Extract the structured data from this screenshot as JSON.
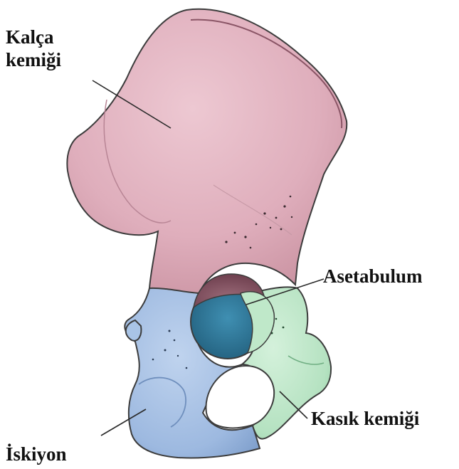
{
  "labels": {
    "ilium": [
      "Kalça",
      "kemiği"
    ],
    "acetabulum": "Asetabulum",
    "pubis": "Kasık kemiği",
    "ischium": "İskiyon"
  },
  "colors": {
    "ilium": "#e3b6c2",
    "ischium": "#a9c4e6",
    "pubis": "#bfe8c9",
    "outline": "#3c3c3c",
    "leader_line": "#2a2a2a"
  }
}
